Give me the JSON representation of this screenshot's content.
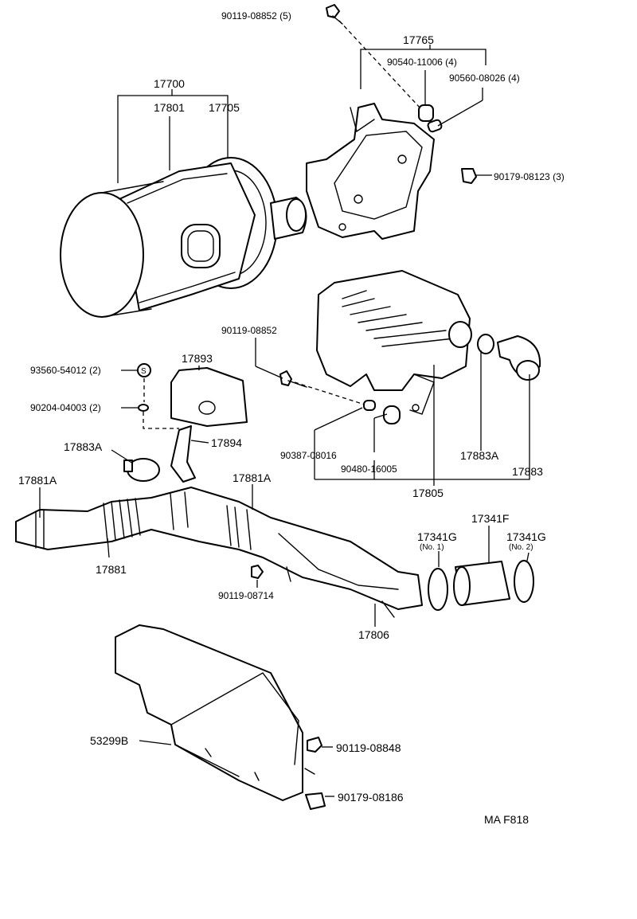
{
  "labels": {
    "p_90119_08852_5": "90119-08852 (5)",
    "p_17765": "17765",
    "p_90540_11006_4": "90540-11006 (4)",
    "p_90560_08026_4": "90560-08026 (4)",
    "p_90179_08123_3": "90179-08123 (3)",
    "p_17700": "17700",
    "p_17801": "17801",
    "p_17705": "17705",
    "p_90119_08852": "90119-08852",
    "p_93560_54012_2": "93560-54012 (2)",
    "p_17893": "17893",
    "p_90204_04003_2": "90204-04003 (2)",
    "p_17894": "17894",
    "p_17883A_left": "17883A",
    "p_90387_08016": "90387-08016",
    "p_90480_16005": "90480-16005",
    "p_17883A_right": "17883A",
    "p_17883": "17883",
    "p_17805": "17805",
    "p_17881A_left": "17881A",
    "p_17881A_mid": "17881A",
    "p_17341F": "17341F",
    "p_17341G_1": "17341G",
    "p_17341G_1_note": "(No. 1)",
    "p_17341G_2": "17341G",
    "p_17341G_2_note": "(No. 2)",
    "p_17881": "17881",
    "p_90119_08714": "90119-08714",
    "p_17806": "17806",
    "p_53299B": "53299B",
    "p_90119_08848": "90119-08848",
    "p_90179_08186": "90179-08186",
    "figure_code": "MA F818"
  },
  "washer_symbol": "S"
}
